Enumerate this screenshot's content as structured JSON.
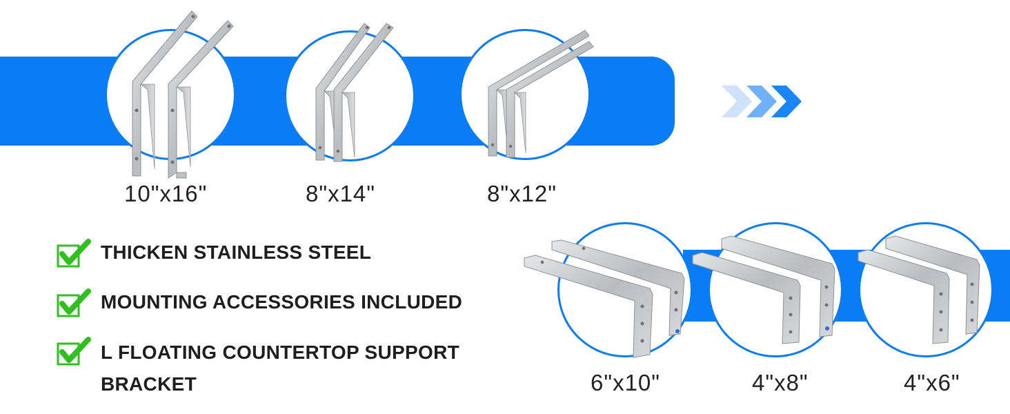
{
  "colors": {
    "accent": "#0a7cf5",
    "check": "#2fbf1f",
    "steel": "#c9ccd0"
  },
  "top_row": {
    "sizes": [
      {
        "label": "10\"x16\""
      },
      {
        "label": "8\"x14\""
      },
      {
        "label": "8\"x12\""
      }
    ],
    "arrow_icon": "triple-chevron-right-icon"
  },
  "bottom_row": {
    "sizes": [
      {
        "label": "6\"x10\""
      },
      {
        "label": "4\"x8\""
      },
      {
        "label": "4\"x6\""
      }
    ]
  },
  "features": [
    {
      "text": "THICKEN STAINLESS STEEL",
      "icon": "checkbox-check-icon"
    },
    {
      "text": "MOUNTING ACCESSORIES INCLUDED",
      "icon": "checkbox-check-icon"
    },
    {
      "text": "L FLOATING COUNTERTOP SUPPORT BRACKET",
      "icon": "checkbox-check-icon"
    }
  ]
}
